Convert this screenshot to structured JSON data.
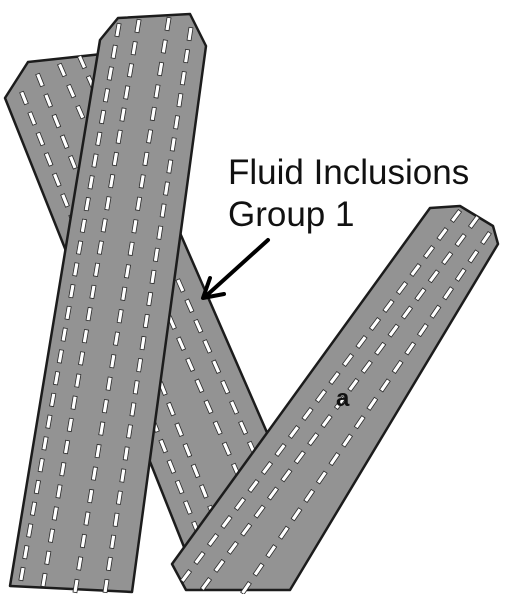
{
  "labels": {
    "title_line1": "Fluid Inclusions",
    "title_line2": "Group 1",
    "crystal_label": "a"
  },
  "colors": {
    "crystal_fill": "#939393",
    "crystal_outline": "#1c1c1c",
    "inclusion_fill": "#ffffff",
    "text": "#111111",
    "arrow": "#000000"
  },
  "elements": {
    "crystals": [
      "back-left-crystal",
      "front-tall-crystal",
      "right-crystal-a"
    ],
    "inclusion_shape": "dashed-white-rectangles",
    "pointer": "arrow"
  }
}
